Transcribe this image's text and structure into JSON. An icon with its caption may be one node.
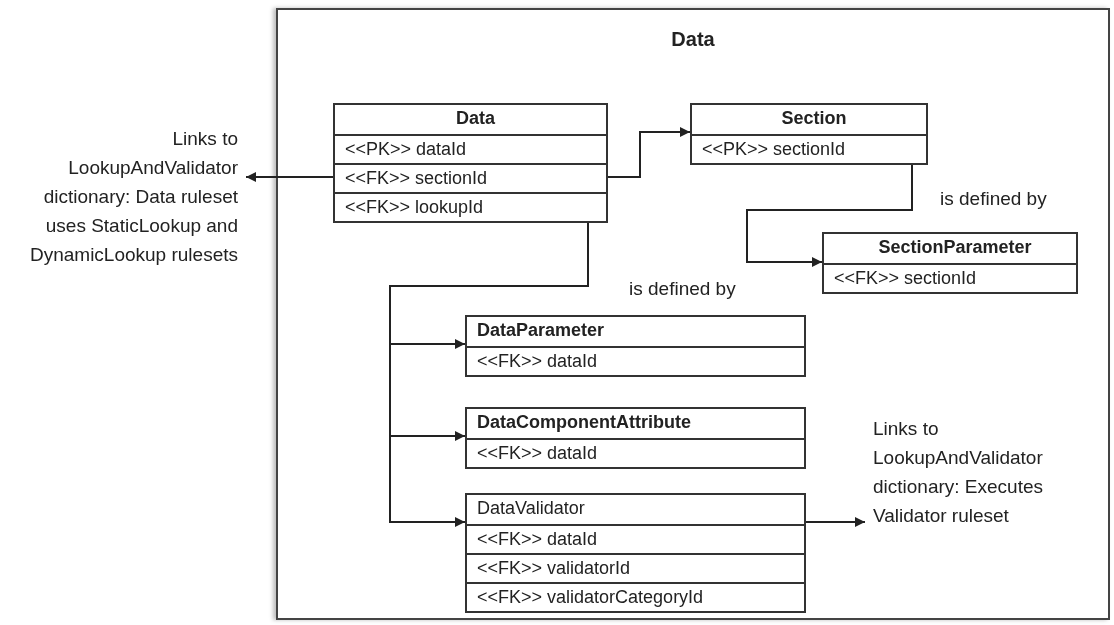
{
  "diagram": {
    "nodes": [
      {
        "text": [
          "Data"
        ]
      },
      {
        "text": [
          "Data",
          "<<PK>> dataId",
          "<<FK>> sectionId",
          "<<FK>> lookupId"
        ],
        "in": 0
      },
      {
        "text": [
          "Section",
          "<<PK>> sectionId"
        ],
        "in": 0
      },
      {
        "text": [
          "SectionParameter",
          "<<FK>> sectionId"
        ],
        "in": 0
      },
      {
        "text": [
          "DataParameter",
          "<<FK>> dataId"
        ],
        "in": 0
      },
      {
        "text": [
          "DataComponentAttribute",
          "<<FK>> dataId"
        ],
        "in": 0
      },
      {
        "text": [
          "DataValidator",
          "<<FK>> dataId",
          "<<FK>> validatorId",
          "<<FK>> validatorCategoryId"
        ],
        "in": 0
      },
      {
        "text": [
          "Links to LookupAndValidator dictionary: Data ruleset uses StaticLookup and DynamicLookup rulesets"
        ]
      },
      {
        "text": [
          "Links to LookupAndValidator dictionary: Executes Validator ruleset"
        ],
        "in": 0
      }
    ],
    "edges": [
      {
        "from": 1,
        "to": 7,
        "arrow": "to"
      },
      {
        "from": 1,
        "to": 2,
        "arrow": "to"
      },
      {
        "from": 2,
        "to": 3,
        "arrow": "to",
        "label": "is defined by"
      },
      {
        "from": 1,
        "to": 4,
        "arrow": "to",
        "label": "is defined by"
      },
      {
        "from": 1,
        "to": 5,
        "arrow": "to"
      },
      {
        "from": 1,
        "to": 6,
        "arrow": "to"
      },
      {
        "from": 6,
        "to": 8,
        "arrow": "to"
      }
    ]
  }
}
